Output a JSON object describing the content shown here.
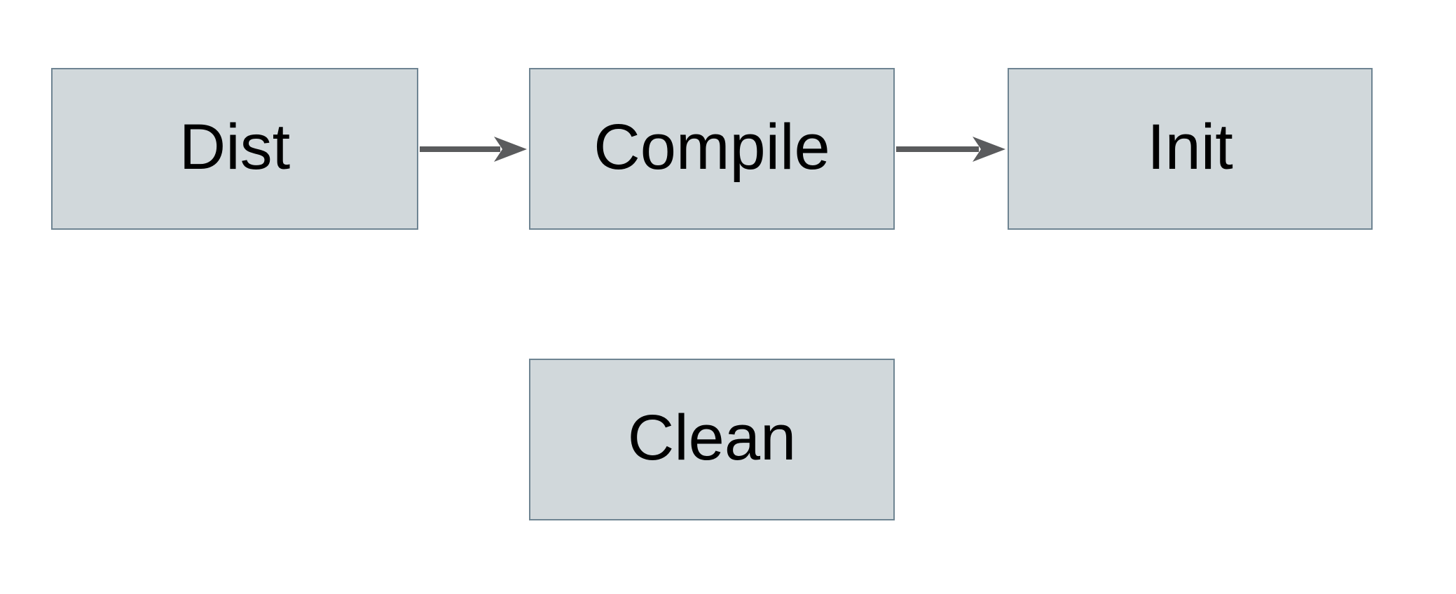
{
  "diagram": {
    "type": "flowchart",
    "colors": {
      "background": "#ffffff",
      "node_fill": "#d1d8db",
      "node_border": "#6e8492",
      "arrow": "#5a5b5d",
      "label_text": "#000000"
    },
    "nodes": [
      {
        "id": "dist",
        "label": "Dist"
      },
      {
        "id": "compile",
        "label": "Compile"
      },
      {
        "id": "init",
        "label": "Init"
      },
      {
        "id": "clean",
        "label": "Clean"
      }
    ],
    "edges": [
      {
        "from": "Dist",
        "to": "Compile"
      },
      {
        "from": "Compile",
        "to": "Init"
      }
    ]
  }
}
